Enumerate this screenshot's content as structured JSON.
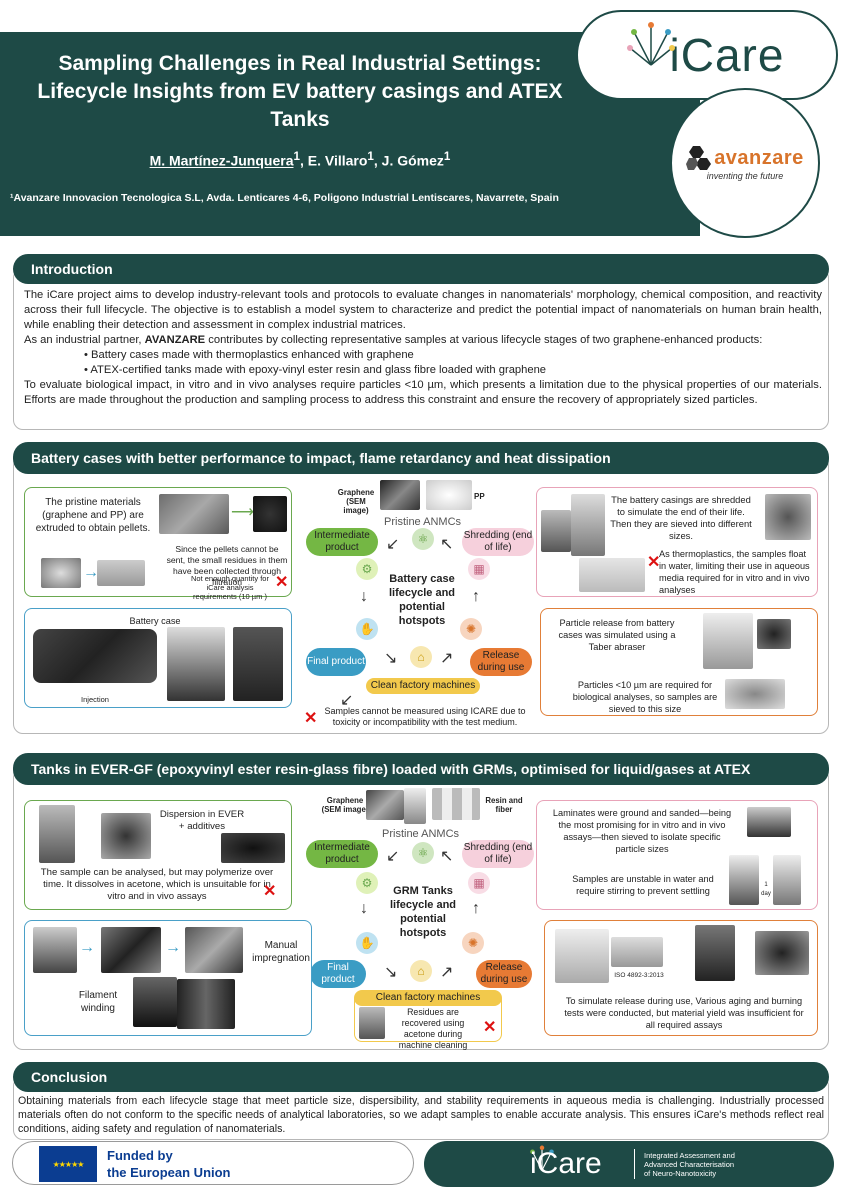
{
  "header": {
    "title_line1": "Sampling Challenges in Real Industrial Settings:",
    "title_line2": "Lifecycle Insights from EV battery casings and ATEX",
    "title_line3": "Tanks",
    "author1": "M. Martínez-Junquera",
    "author_rest": ", E. Villaro",
    "author_last": ", J. Gómez",
    "sup": "1",
    "affiliation": "¹Avanzare Innovacion Tecnologica S.L, Avda. Lenticares 4-6, Poligono Industrial Lentiscares, Navarrete, Spain",
    "icare_logo": "iCare",
    "avanzare_logo": "avanzare",
    "avanzare_tagline": "inventing the future"
  },
  "intro": {
    "heading": "Introduction",
    "p1": "The iCare project aims to develop industry-relevant tools and protocols to evaluate changes in nanomaterials' morphology, chemical composition, and reactivity across their full lifecycle. The objective is to establish a model system to characterize and predict the potential impact of nanomaterials on human brain health, while enabling their detection and assessment in complex industrial matrices.",
    "p2_pre": "As an industrial partner, ",
    "p2_bold": "AVANZARE",
    "p2_post": " contributes by collecting representative samples at various lifecycle stages of two graphene-enhanced products:",
    "bullet1": "Battery cases made with thermoplastics enhanced with graphene",
    "bullet2": "ATEX-certified tanks made with epoxy-vinyl ester resin and glass fibre loaded with graphene",
    "p3": "To evaluate biological impact, in vitro and in vivo analyses require particles <10 µm, which presents a limitation due to the physical properties of our materials. Efforts are made throughout the production and sampling process to address this constraint and ensure the recovery of appropriately sized particles."
  },
  "battery": {
    "heading": "Battery cases with better performance to impact, flame retardancy and heat dissipation",
    "graphene_label": "Graphene (SEM image)",
    "pp_label": "PP",
    "pristine": "Pristine ANMCs",
    "center": "Battery case lifecycle and potential hotspots",
    "intermediate": "Intermediate product",
    "shredding": "Shredding (end of life)",
    "final": "Final product",
    "release": "Release during use",
    "clean": "Clean factory machines",
    "tl_text1": "The pristine materials (graphene and PP) are extruded to obtain pellets.",
    "tl_text2": "Since the pellets cannot be sent, the small residues in them have been collected through filtration",
    "tl_text3": "Not enough quantity for iCare analysis requirements (10 µm )",
    "tr_text1": "The battery casings are shredded to simulate the end of their life. Then they are sieved into different sizes.",
    "tr_text2": "As thermoplastics, the samples float in water, limiting their use in aqueous media required for in vitro and in vivo analyses",
    "bl_title": "Battery case",
    "bl_injection": "Injection",
    "bl_note": "Samples cannot be measured using ICARE due to toxicity or incompatibility with the test medium.",
    "br_text1": "Particle release from battery cases was simulated using a Taber abraser",
    "br_text2": "Particles <10 µm are required for biological analyses, so samples are sieved to this size"
  },
  "tanks": {
    "heading": "Tanks in EVER-GF (epoxyvinyl ester resin-glass fibre) loaded with GRMs, optimised for liquid/gases at ATEX atmospheres",
    "graphene_label": "Graphene (SEM image)",
    "resin_label": "Resin and fiber",
    "pristine": "Pristine ANMCs",
    "center": "GRM Tanks lifecycle and potential hotspots",
    "intermediate": "Intermediate product",
    "shredding": "Shredding (end of life)",
    "final": "Final product",
    "release": "Release during use",
    "clean": "Clean factory machines",
    "tl_text1": "Dispersion in EVER + additives",
    "tl_text2": "The sample can be analysed, but may polymerize over time. It dissolves in acetone, which is unsuitable for in vitro and in vivo assays",
    "tr_text1": "Laminates were ground and sanded—being the most promising for in vitro and in vivo assays—then sieved to isolate specific particle sizes",
    "tr_text2": "Samples are unstable in water and require stirring to prevent settling",
    "tr_small": "1 day",
    "bl_manual": "Manual impregnation",
    "bl_filament": "Filament winding",
    "clean_note": "Residues are recovered using acetone during machine cleaning",
    "br_iso": "ISO 4892-3:2013",
    "br_text": "To simulate release during use, Various aging and burning tests were conducted, but material yield was insufficient for all required assays"
  },
  "conclusion": {
    "heading": "Conclusion",
    "text": "Obtaining materials from each lifecycle stage that meet particle size, dispersibility, and stability requirements in aqueous media is challenging. Industrially processed materials often do not conform to the specific needs of analytical laboratories, so we adapt samples to enable accurate analysis. This ensures iCare's methods reflect real conditions, aiding safety and regulation of nanomaterials."
  },
  "footer": {
    "eu_line1": "Funded by",
    "eu_line2": "the European Union",
    "icare": "iCare",
    "icare_sub1": "Integrated Assessment and",
    "icare_sub2": "Advanced Characterisation",
    "icare_sub3": "of Neuro-Nanotoxicity"
  },
  "colors": {
    "brand": "#1e4a46",
    "green": "#74b744",
    "pink": "#f6d0dc",
    "blue": "#3a9cc4",
    "orange": "#e77a34",
    "yellow": "#f2c94c",
    "cross": "#dd1111"
  },
  "icons": [
    "molecule-icon",
    "gear-icon",
    "shredder-icon",
    "hand-icon",
    "spray-icon",
    "factory-icon",
    "cross-icon",
    "eu-flag-icon"
  ]
}
